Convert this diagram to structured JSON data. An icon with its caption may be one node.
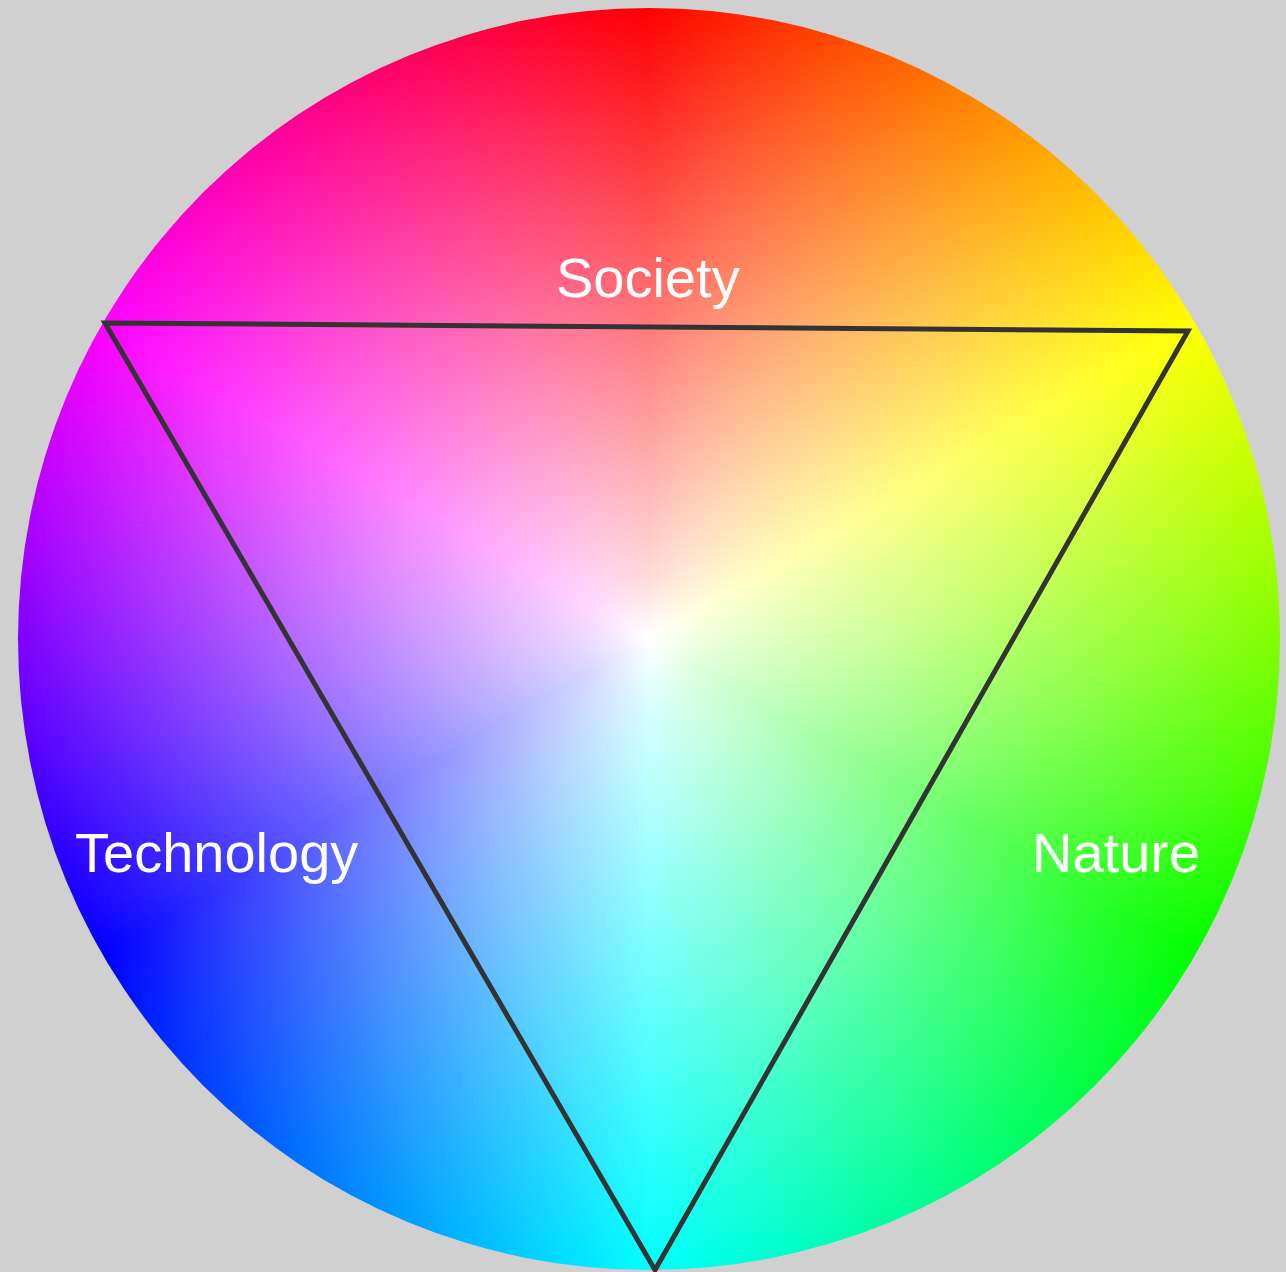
{
  "diagram": {
    "labels": [
      "Society",
      "Technology",
      "Nature"
    ]
  }
}
